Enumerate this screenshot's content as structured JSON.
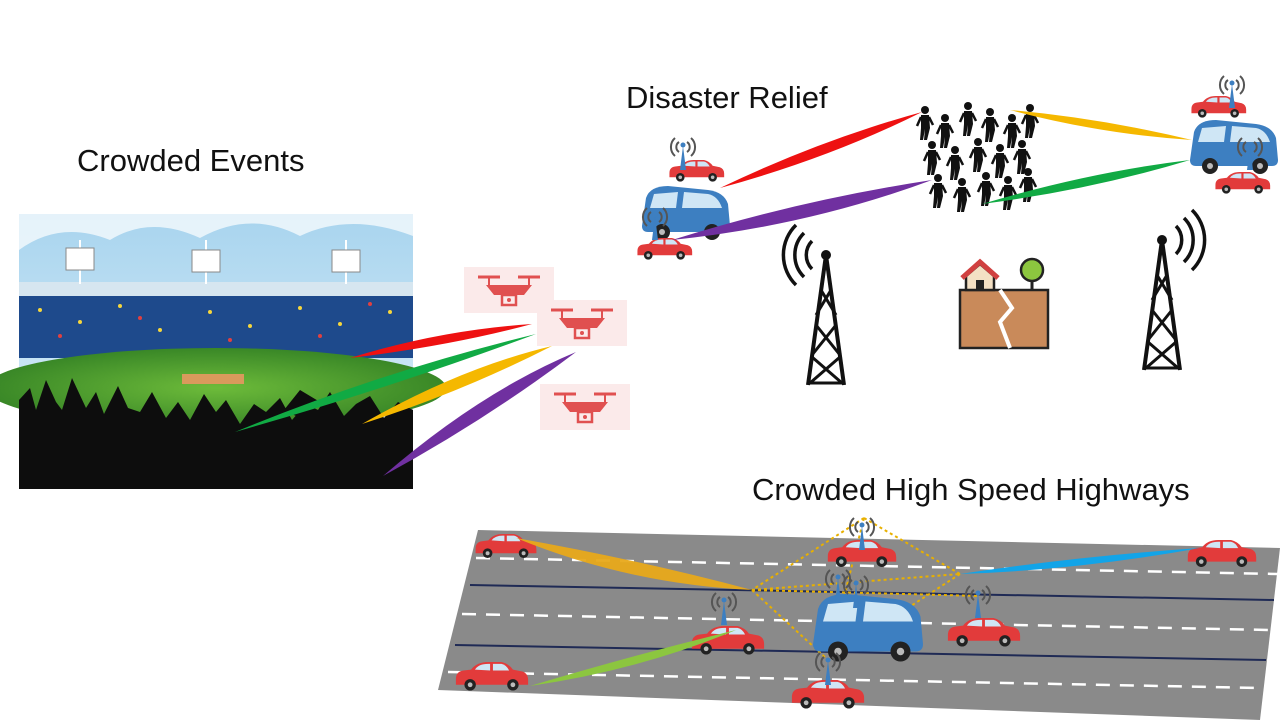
{
  "labels": {
    "crowded_events": "Crowded Events",
    "disaster_relief": "Disaster Relief",
    "highways": "Crowded High Speed Highways"
  },
  "colors": {
    "beam_red": "#ee1111",
    "beam_green": "#11aa44",
    "beam_yellow": "#f5b800",
    "beam_purple": "#7030a0",
    "beam_orange": "#e8a91a",
    "beam_lightgreen": "#8cc63f",
    "beam_cyan": "#12a4e8",
    "car_red": "#e23b3b",
    "car_blue": "#3d7fc1",
    "road": "#8a8a8a",
    "drone": "#e05050"
  },
  "icons": [
    "stadium-image",
    "drone-icon",
    "car-icon",
    "bus-icon",
    "crowd-icon",
    "cell-tower-icon",
    "earthquake-house-icon",
    "antenna-icon"
  ]
}
